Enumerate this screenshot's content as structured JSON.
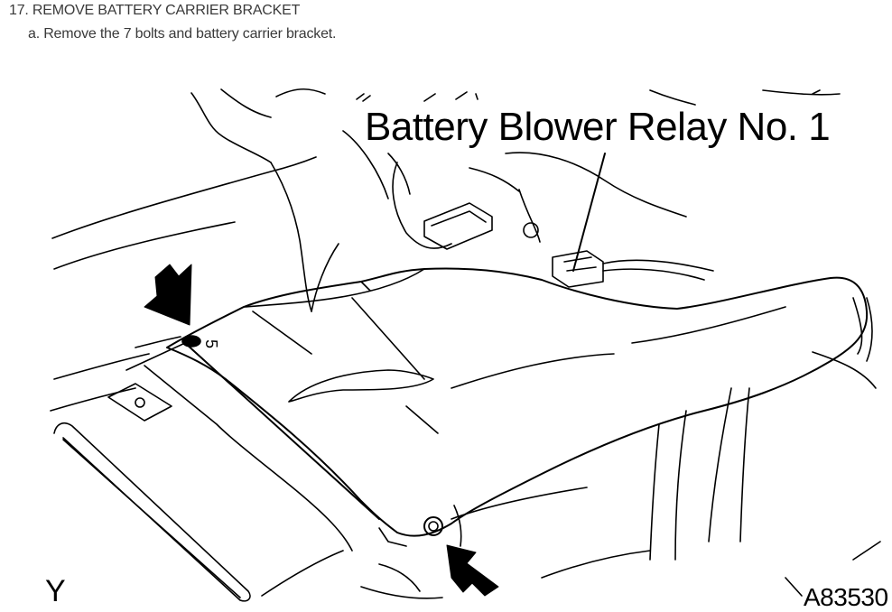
{
  "step": {
    "title": "17. REMOVE BATTERY CARRIER BRACKET",
    "substep": "a. Remove the 7 bolts and battery carrier bracket."
  },
  "figure": {
    "callout_label": "Battery Blower Relay No. 1",
    "view_letter": "Y",
    "figure_id": "A83530",
    "bracket_marking": "5"
  }
}
